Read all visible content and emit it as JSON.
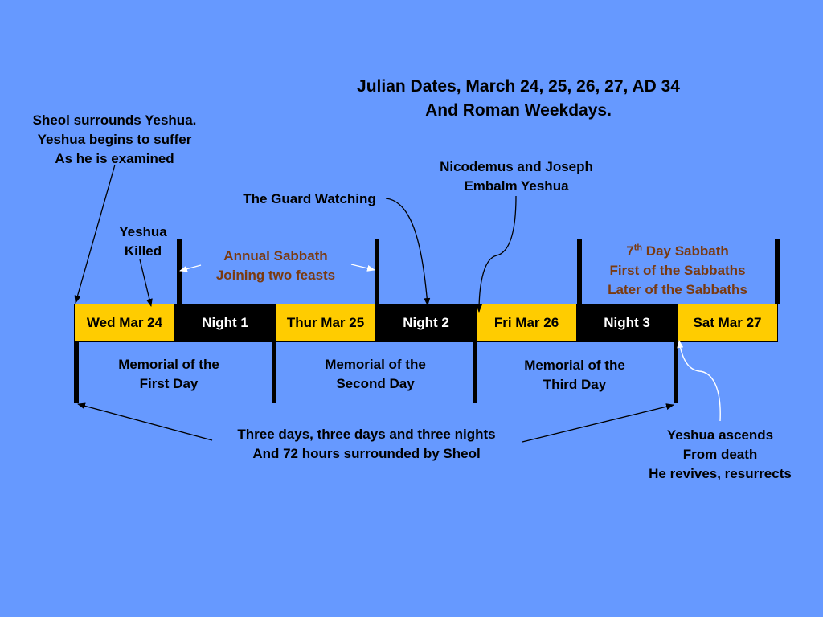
{
  "title": {
    "line1": "Julian Dates, March 24, 25, 26, 27, AD 34",
    "line2": "And Roman Weekdays."
  },
  "annotations": {
    "sheol_surrounds": [
      "Sheol surrounds Yeshua.",
      "Yeshua begins to suffer",
      "As he is examined"
    ],
    "yeshua_killed": [
      "Yeshua",
      "Killed"
    ],
    "guard_watching": "The Guard Watching",
    "embalm": [
      "Nicodemus and Joseph",
      "Embalm Yeshua"
    ],
    "annual_sabbath": [
      "Annual Sabbath",
      "Joining two feasts"
    ],
    "seventh_day": {
      "num": "7",
      "sup": "th",
      "rest": " Day Sabbath",
      "line2": "First of the Sabbaths",
      "line3": "Later of the Sabbaths"
    },
    "three_days": [
      "Three days, three days and three nights",
      "And 72 hours surrounded by Sheol"
    ],
    "ascends": [
      "Yeshua ascends",
      "From death",
      "He revives, resurrects"
    ]
  },
  "timeline": [
    {
      "label": "Wed Mar 24",
      "kind": "day"
    },
    {
      "label": "Night 1",
      "kind": "night"
    },
    {
      "label": "Thur Mar 25",
      "kind": "day"
    },
    {
      "label": "Night 2",
      "kind": "night"
    },
    {
      "label": "Fri Mar 26",
      "kind": "day"
    },
    {
      "label": "Night 3",
      "kind": "night"
    },
    {
      "label": "Sat Mar 27",
      "kind": "day"
    }
  ],
  "memorials": [
    [
      "Memorial of the",
      "First Day"
    ],
    [
      "Memorial of the",
      "Second Day"
    ],
    [
      "Memorial of the",
      "Third Day"
    ]
  ],
  "colors": {
    "background": "#6699ff",
    "day_cell": "#ffcc00",
    "night_cell": "#000000",
    "sabbath_text": "#7a3a10"
  }
}
